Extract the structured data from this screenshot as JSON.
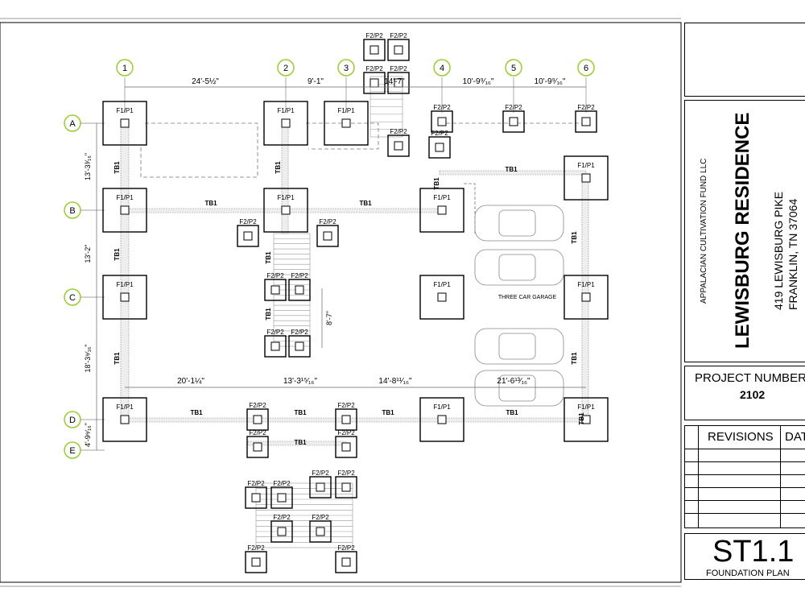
{
  "grid": {
    "columns": [
      "1",
      "2",
      "3",
      "4",
      "5",
      "6"
    ],
    "rows": [
      "A",
      "B",
      "C",
      "D",
      "E"
    ]
  },
  "dimensions": {
    "top": [
      "24'-5½\"",
      "9'-1\"",
      "14'-7\"",
      "10'-9⁹⁄₁₆\"",
      "10'-9⁹⁄₁₆\""
    ],
    "left": [
      "13'-3³⁄₁₆\"",
      "13'-2\"",
      "18'-3⁹⁄₁₆\"",
      "4'-9⁹⁄₁₆\""
    ],
    "mid": [
      "20'-1¼\"",
      "13'-3¹⁵⁄₁₆\"",
      "14'-8¹¹⁄₁₆\"",
      "21'-6¹³⁄₁₆\""
    ],
    "stair": "8'-7\""
  },
  "labels": {
    "f1": "F1/P1",
    "f2": "F2/P2",
    "tb": "TB1",
    "garage": "THREE CAR GARAGE"
  },
  "title_block": {
    "client": "APPALACIAN CULTIVATION FUND LLC",
    "project": "LEWISBURG RESIDENCE",
    "address1": "419 LEWISBURG PIKE",
    "address2": "FRANKLIN, TN 37064",
    "project_number_label": "PROJECT NUMBER",
    "project_number": "2102",
    "revisions_label": "REVISIONS",
    "date_label": "DAT",
    "sheet": "ST1.1",
    "sheet_title": "FOUNDATION PLAN"
  }
}
